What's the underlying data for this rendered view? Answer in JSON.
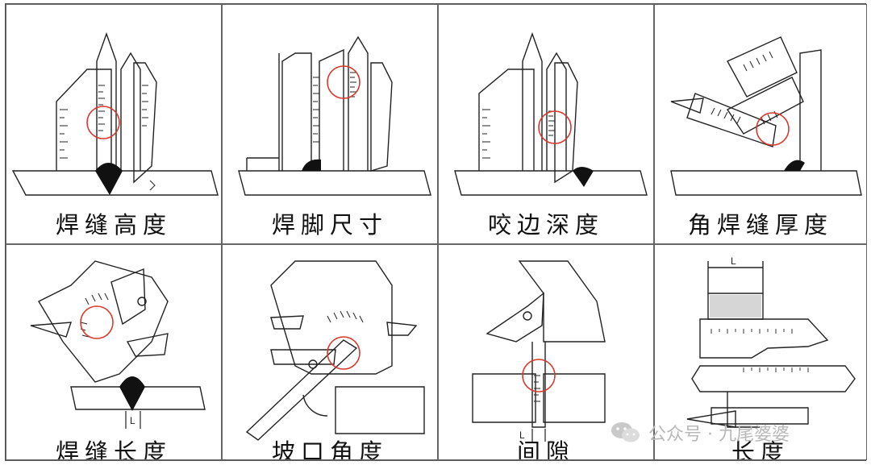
{
  "panels": [
    {
      "caption": "焊缝高度"
    },
    {
      "caption": "焊脚尺寸"
    },
    {
      "caption": "咬边深度"
    },
    {
      "caption": "角焊缝厚度"
    },
    {
      "caption": "焊缝长度"
    },
    {
      "caption": "坡口角度"
    },
    {
      "caption": "间隙"
    },
    {
      "caption": "长度"
    }
  ],
  "dimension_labels": {
    "gap": "L",
    "weld_length": "L",
    "length": "L"
  },
  "watermark": {
    "text": "公众号 · 九尾婆婆",
    "icon": "wechat-icon"
  },
  "colors": {
    "line": "#222222",
    "highlight_circle": "#d9382f",
    "weld": "#111111"
  }
}
